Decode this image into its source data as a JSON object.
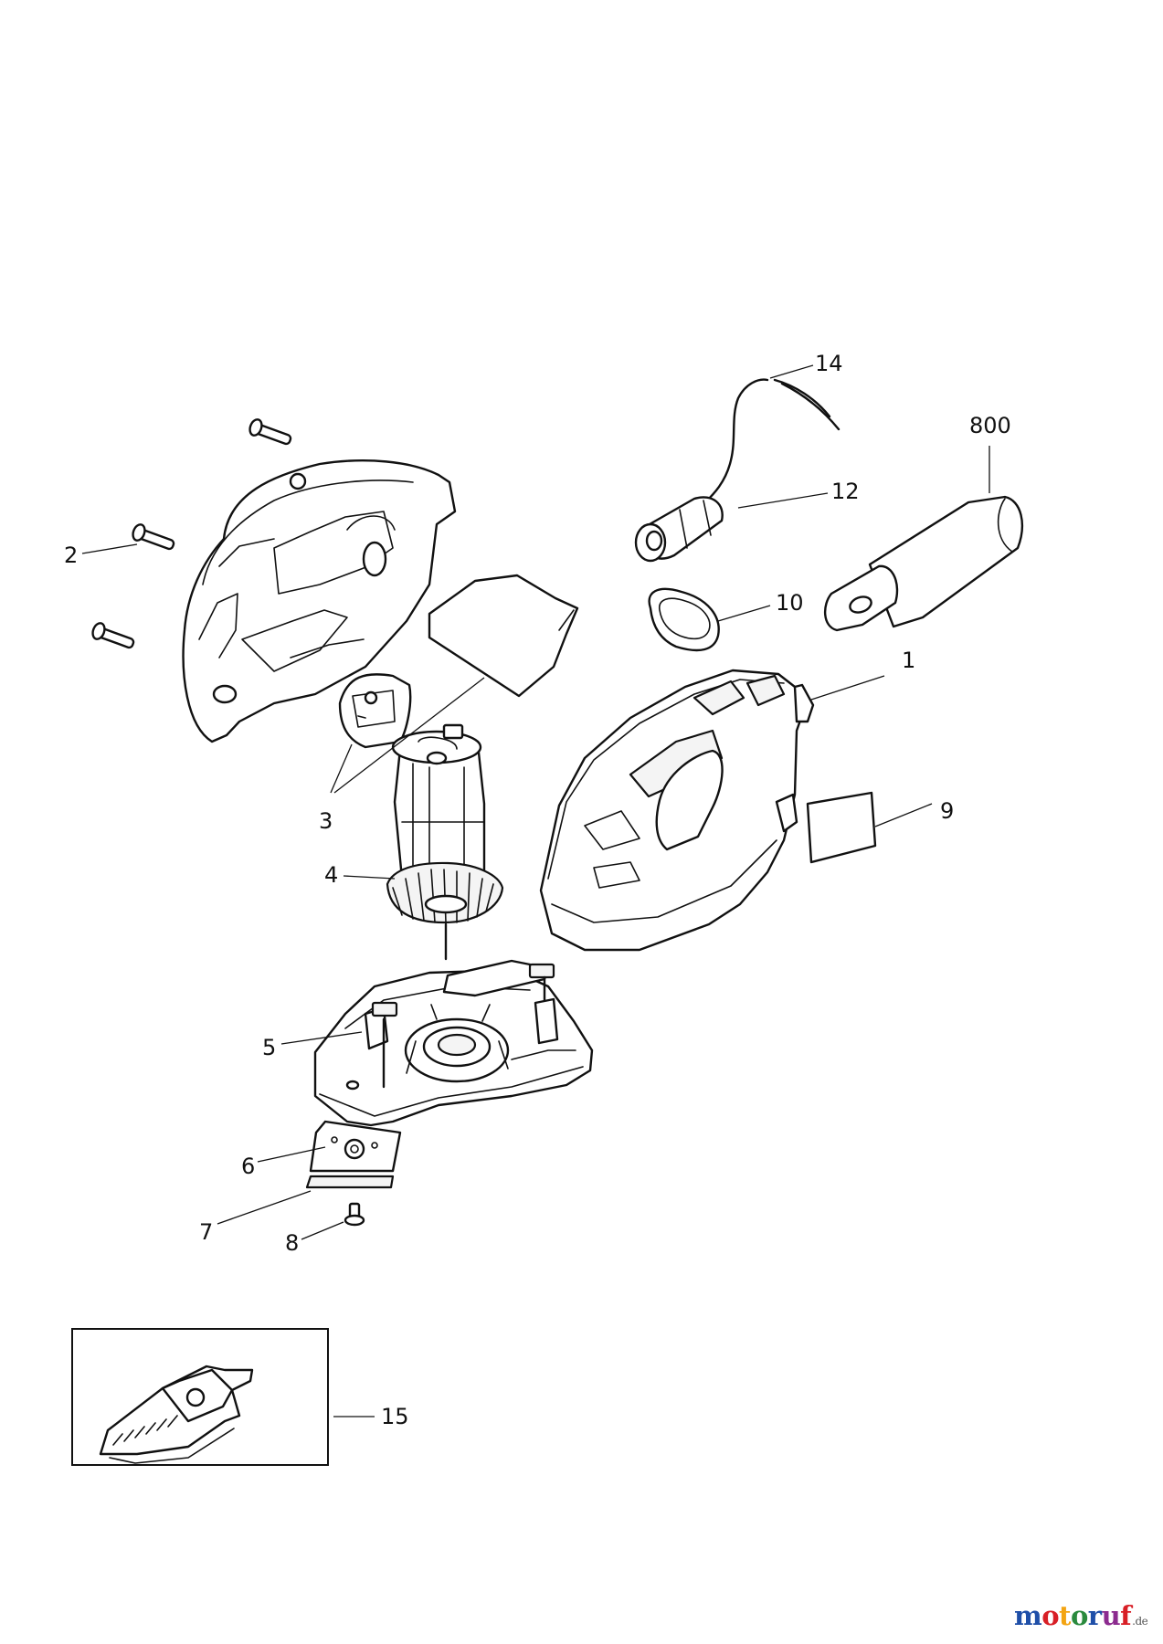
{
  "callouts": [
    {
      "id": "14",
      "label": "14"
    },
    {
      "id": "800",
      "label": "800"
    },
    {
      "id": "12",
      "label": "12"
    },
    {
      "id": "2",
      "label": "2"
    },
    {
      "id": "10",
      "label": "10"
    },
    {
      "id": "1",
      "label": "1"
    },
    {
      "id": "9",
      "label": "9"
    },
    {
      "id": "3",
      "label": "3"
    },
    {
      "id": "4",
      "label": "4"
    },
    {
      "id": "5",
      "label": "5"
    },
    {
      "id": "6",
      "label": "6"
    },
    {
      "id": "7",
      "label": "7"
    },
    {
      "id": "8",
      "label": "8"
    },
    {
      "id": "15",
      "label": "15"
    }
  ],
  "watermark": {
    "letters": [
      "m",
      "o",
      "t",
      "o",
      "r",
      "u",
      "f"
    ],
    "colors": [
      "#1f4fa8",
      "#d81f26",
      "#f3a412",
      "#2a8a3e",
      "#1f4fa8",
      "#8c2b8f",
      "#d81f26"
    ],
    "tld": ".de"
  }
}
